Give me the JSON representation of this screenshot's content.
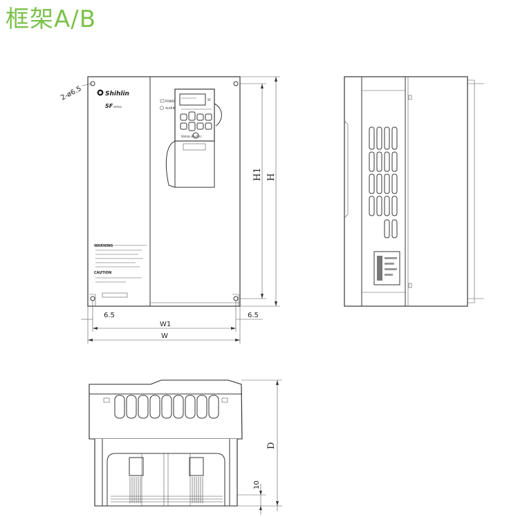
{
  "title": "框架A/B",
  "front_view": {
    "brand": "Shihlin",
    "series": "SF",
    "series_sub": "series",
    "hole_spec": "2-ø6.5",
    "dim_h1": "H1",
    "dim_h": "H",
    "dim_w1": "W1",
    "dim_w": "W",
    "dim_left_margin": "6.5",
    "dim_right_margin": "6.5",
    "keypad_label": "Shihlin Electric",
    "led_labels": [
      "POWER",
      "ALARM"
    ],
    "warning_title": "WARNING",
    "caution_title": "CAUTION"
  },
  "bottom_view": {
    "dim_d": "D",
    "dim_10": "10"
  }
}
